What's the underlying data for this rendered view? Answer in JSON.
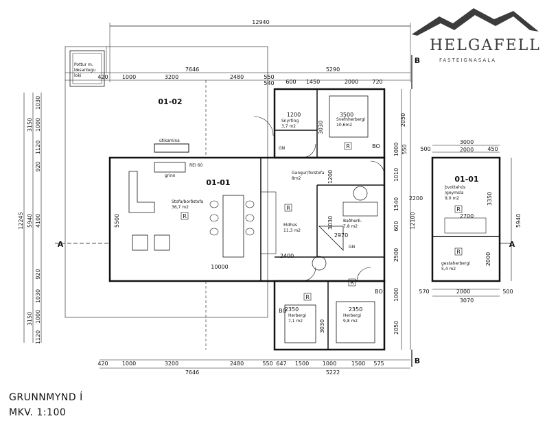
{
  "brand": {
    "name": "HELGAFELL",
    "tagline": "FASTEIGNASALA"
  },
  "caption": {
    "line1": "GRUNNMYND Í",
    "line2": "MKV. 1:100"
  },
  "section_markers": {
    "a": "A",
    "b": "B"
  },
  "dims": {
    "total": "12940",
    "top_left": "7646",
    "top_right": "5290",
    "t1": "420",
    "t2": "1000",
    "t3": "3200",
    "t4": "2480",
    "t5": "550",
    "t6": "600",
    "t7": "1450",
    "t8": "2000",
    "t9": "720",
    "t10": "540",
    "bottom_left": "7646",
    "bottom_right": "5222",
    "b1": "420",
    "b2": "1000",
    "b3": "3200",
    "b4": "2480",
    "b5": "550",
    "b6": "647",
    "b7": "1500",
    "b8": "1000",
    "b9": "1500",
    "b10": "575",
    "left_total": "12245",
    "l1": "3150",
    "l2": "1030",
    "l3": "1000",
    "l4": "1120",
    "l5": "920",
    "l6": "5940",
    "l7": "4100",
    "l8": "920",
    "l9": "3150",
    "l10": "1030",
    "l11": "1000",
    "l12": "1120",
    "right_total": "12100",
    "r1": "2050",
    "r2": "550",
    "r3": "1000",
    "r4": "1010",
    "r5": "1540",
    "r6": "600",
    "r7": "2500",
    "r8": "1000",
    "r9": "2050",
    "annex_top": "3000",
    "annex_top2": "2000",
    "annex_left": "500",
    "annex_right": "450",
    "annex_h": "5940",
    "annex_inner": "3350",
    "annex_2700": "2700",
    "annex_2000v": "2000",
    "annex_bottom": "3070",
    "annex_b1": "570",
    "annex_b2": "2000",
    "annex_b3": "500",
    "inner_10000": "10000",
    "inner_5500": "5500",
    "inner_2200": "2200",
    "inner_2400": "2400",
    "inner_2970": "2970",
    "inner_3030a": "3030",
    "inner_3030b": "3030",
    "inner_3030c": "3030",
    "inner_1200a": "1200",
    "inner_1200b": "1200",
    "inner_3500": "3500",
    "inner_2350a": "2350",
    "inner_2350b": "2350"
  },
  "units": {
    "u0102": "01-02",
    "u0101": "01-01",
    "u0101b": "01-01"
  },
  "rooms": {
    "snyrting": {
      "name": "Snyrting",
      "area": "3,7 m2"
    },
    "svefn": {
      "name": "Svefnherbergi",
      "area": "10,6m2"
    },
    "gangur": {
      "name": "Gangur/forstofa",
      "area": "8m2"
    },
    "stofa": {
      "name": "Stofa/borðstofa",
      "area": "36,7 m2"
    },
    "eldhus": {
      "name": "Eldhús",
      "area": "11,3 m2"
    },
    "bad": {
      "name": "Baðherb.",
      "area": "7,8 m2"
    },
    "herb1": {
      "name": "Herbergi",
      "area": "7,1 m2"
    },
    "herb2": {
      "name": "Herbergi",
      "area": "9,8 m2"
    },
    "thvottahus": {
      "name": "þvottahús",
      "name2": "/geymsla",
      "area": "9,0 m2"
    },
    "gestaherb": {
      "name": "gestaherbergi",
      "area": "5,4 m2"
    }
  },
  "labels": {
    "pottur1": "Pottur m.",
    "pottur2": "læsanlegu",
    "pottur3": "loki",
    "utikamina": "útikamína",
    "grill": "grinn",
    "rei": "REI 60",
    "gn1": "GN",
    "gn2": "GN",
    "r": "R",
    "bo": "BO"
  }
}
